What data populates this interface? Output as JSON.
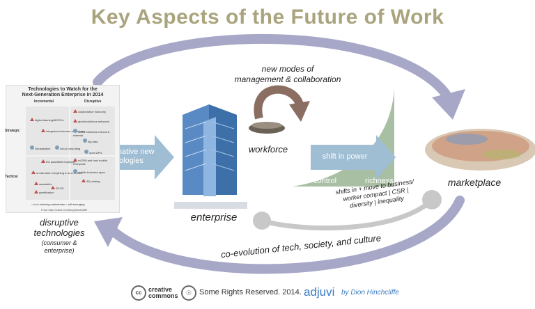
{
  "title": "Key Aspects of the Future of Work",
  "labels": {
    "new_modes": "new modes of\nmanagement & collaboration",
    "workforce": "workforce",
    "transformative": "transformative new\ntechnologies",
    "enterprise": "enterprise",
    "shift_in_power": "shift in power",
    "control": "control",
    "richness": "richness",
    "marketplace": "marketplace",
    "shifts": "shifts in + move to business/\nworker compact | CSR |\ndiversity | inequality",
    "disruptive": "disruptive\ntechnologies",
    "disruptive_sub": "(consumer &\nenterprise)",
    "coevolution": "co-evolution of tech, society, and culture"
  },
  "panel": {
    "title": "Technologies to Watch for the\nNext-Generation Enterprise in 2014",
    "col_incremental": "Incremental",
    "col_disruptive": "Disruptive",
    "row_strategic": "Strategic",
    "row_tactical": "Tactical",
    "items_left_top": [
      "digital learning/MOOCs",
      "integrated customer experience",
      "virtualization"
    ],
    "items_right_top": [
      "collaborative economy",
      "global solutions networks",
      "social business internal & external",
      "big data",
      "cloud computing",
      "open APIs"
    ],
    "items_left_bottom": [
      "the quantified employee",
      "on-demand everything & as a service",
      "wearables",
      "gamification",
      "BYOD"
    ],
    "items_right_bottom": [
      "mCRM and next mobile enterprise",
      "mobile business apps",
      "3D printing"
    ],
    "legend": "= is in ordering mainstream    = still emerging",
    "source": "From http://zdnet.com/blog/hinchcliffe"
  },
  "footer": {
    "cc_logo": "creative commons",
    "rights": "Some Rights Reserved. 2014.",
    "brand": "adjuvi",
    "author": "by Dion Hinchcliffe"
  },
  "colors": {
    "title": "#a9a47e",
    "cycle_arrow": "#a7a7c8",
    "blue_arrow": "#9fbdd3",
    "brown_arrow": "#8a6e62",
    "green_wedge": "#a9bfa4",
    "feedback_gray": "#c8c8c8",
    "brand": "#3a7bbf"
  }
}
